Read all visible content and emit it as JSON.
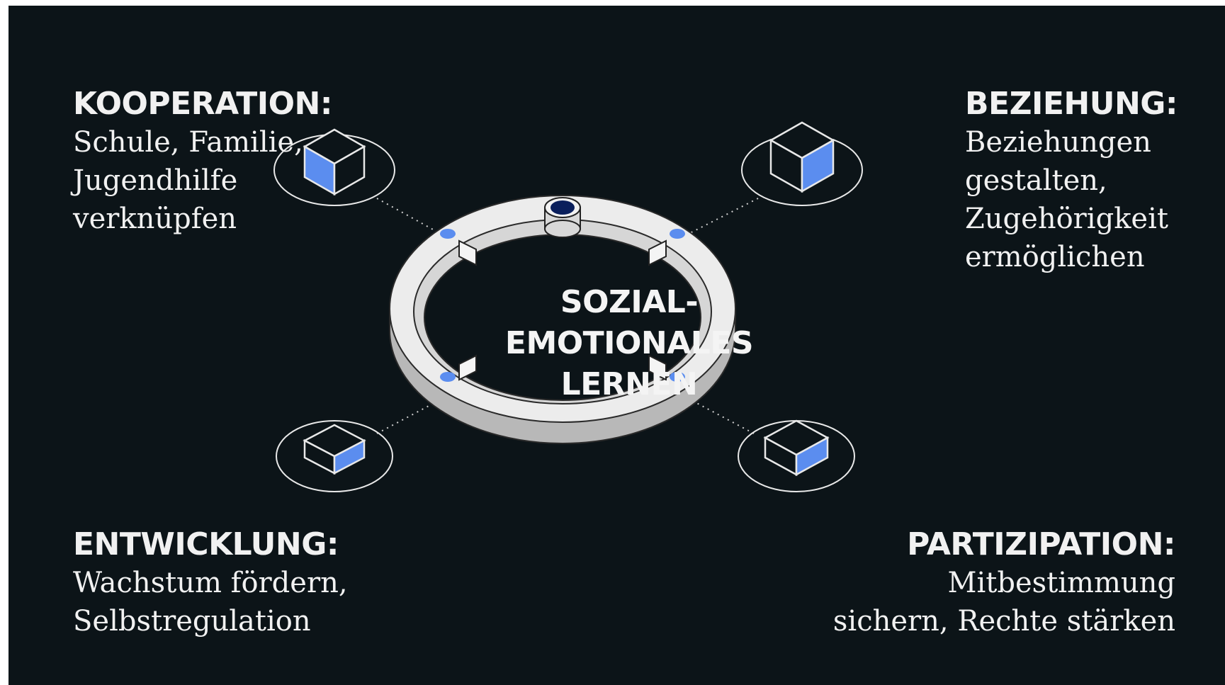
{
  "center": {
    "lines": [
      "SOZIAL-",
      "EMOTIONALES",
      "LERNEN"
    ]
  },
  "nodes": {
    "kooperation": {
      "heading": "KOOPERATION:",
      "lines": [
        "Schule, Familie,",
        "Jugendhilfe",
        "verknüpfen"
      ]
    },
    "beziehung": {
      "heading": "BEZIEHUNG:",
      "lines": [
        "Beziehungen",
        "gestalten,",
        "Zugehörigkeit",
        "ermöglichen"
      ]
    },
    "entwicklung": {
      "heading": "ENTWICKLUNG:",
      "lines": [
        "Wachstum fördern,",
        "Selbstregulation"
      ]
    },
    "partizipation": {
      "heading": "PARTIZIPATION:",
      "lines": [
        "Mitbestimmung",
        "sichern, Rechte stärken"
      ]
    }
  },
  "colors": {
    "background": "#0c1418",
    "ring": "#e9e9e9",
    "accent_blue": "#5b8def",
    "dark_blue": "#0a1f5c",
    "text": "#f1f1f1"
  },
  "icons": {
    "node_icon": "isometric-cube-icon",
    "connector": "dotted-line"
  }
}
